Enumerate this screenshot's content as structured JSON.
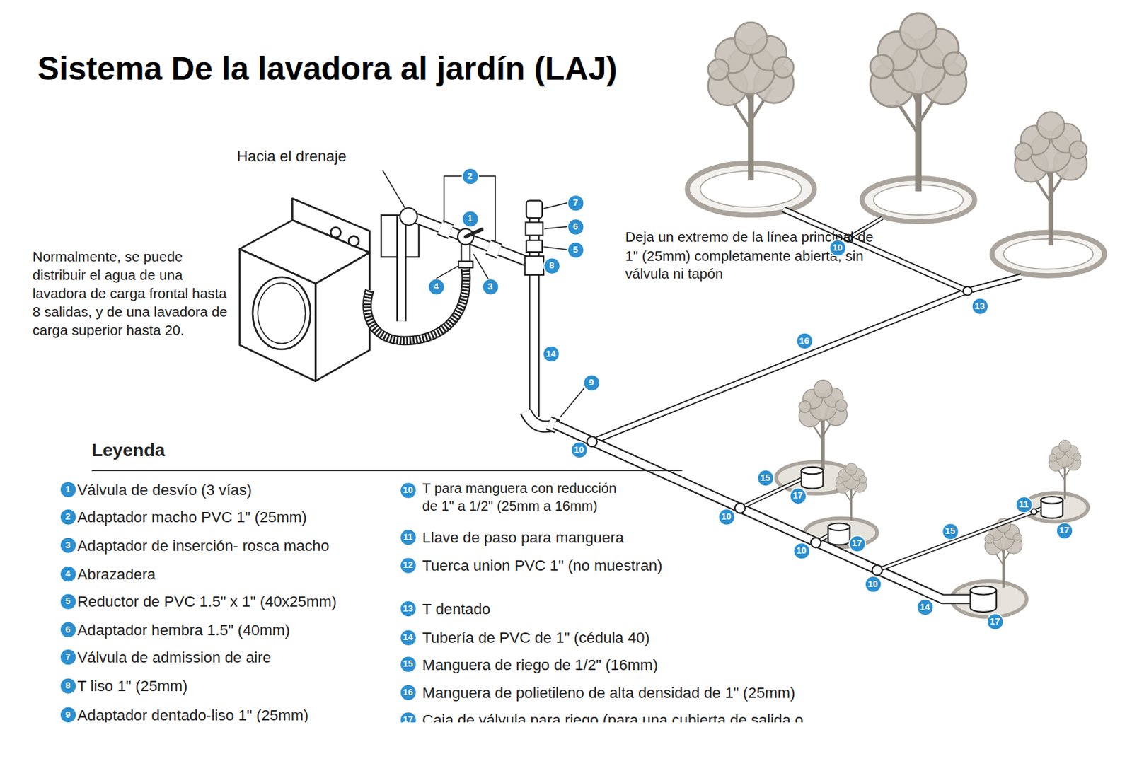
{
  "diagram": {
    "title": "Sistema De la lavadora al jardín (LAJ)",
    "labels": [
      "Hacia el drenaje",
      "Normalmente, se puede distribuir el agua de una lavadora de carga frontal hasta 8 salidas, y de una lavadora de carga superior hasta 20.",
      "Deja un extremo de la línea principal de 1\" (25mm) completamente abierta, sin válvula ni tapón",
      "Leyenda",
      "2",
      "1",
      "7",
      "6",
      "5",
      "8",
      "4",
      "3",
      "14",
      "9",
      "10",
      "10",
      "13",
      "16",
      "15",
      "17",
      "10",
      "10",
      "17",
      "15",
      "11",
      "17",
      "10",
      "14",
      "17",
      "1",
      "2",
      "3",
      "4",
      "5",
      "6",
      "7",
      "8",
      "9",
      "10",
      "11",
      "12",
      "13",
      "14",
      "15",
      "16",
      "17"
    ],
    "legend": [
      {
        "text": "Válvula de desvío (3 vías)",
        "color": "#2b8fd0"
      },
      {
        "text": "Adaptador macho PVC 1\" (25mm)",
        "color": "#2b8fd0"
      },
      {
        "text": "Adaptador de inserción- rosca macho",
        "color": "#2b8fd0"
      },
      {
        "text": "Abrazadera",
        "color": "#2b8fd0"
      },
      {
        "text": "Reductor de PVC 1.5\" x 1\" (40x25mm)",
        "color": "#2b8fd0"
      },
      {
        "text": "Adaptador hembra 1.5\" (40mm)",
        "color": "#2b8fd0"
      },
      {
        "text": "Válvula de admission de aire",
        "color": "#2b8fd0"
      },
      {
        "text": "T liso 1\" (25mm)",
        "color": "#2b8fd0"
      },
      {
        "text": "Adaptador dentado-liso 1\" (25mm)",
        "color": "#2b8fd0"
      },
      {
        "text": "T para manguera con reducción de 1\" a 1/2\" (25mm a 16mm)",
        "color": "#2b8fd0"
      },
      {
        "text": "Llave de paso para manguera",
        "color": "#2b8fd0"
      },
      {
        "text": "Tuerca union PVC 1\" (no muestran)",
        "color": "#2b8fd0"
      },
      {
        "text": "T dentado",
        "color": "#2b8fd0"
      },
      {
        "text": "Tubería de PVC de 1\" (cédula 40)",
        "color": "#2b8fd0"
      },
      {
        "text": "Manguera de riego de 1/2\" (16mm)",
        "color": "#2b8fd0"
      },
      {
        "text": "Manguera de polietileno de alta densidad de 1\" (25mm)",
        "color": "#2b8fd0"
      },
      {
        "text": "Caja de válvula para riego (para una cubierta de salida o trampa de raíces)",
        "color": "#2b8fd0"
      }
    ]
  }
}
